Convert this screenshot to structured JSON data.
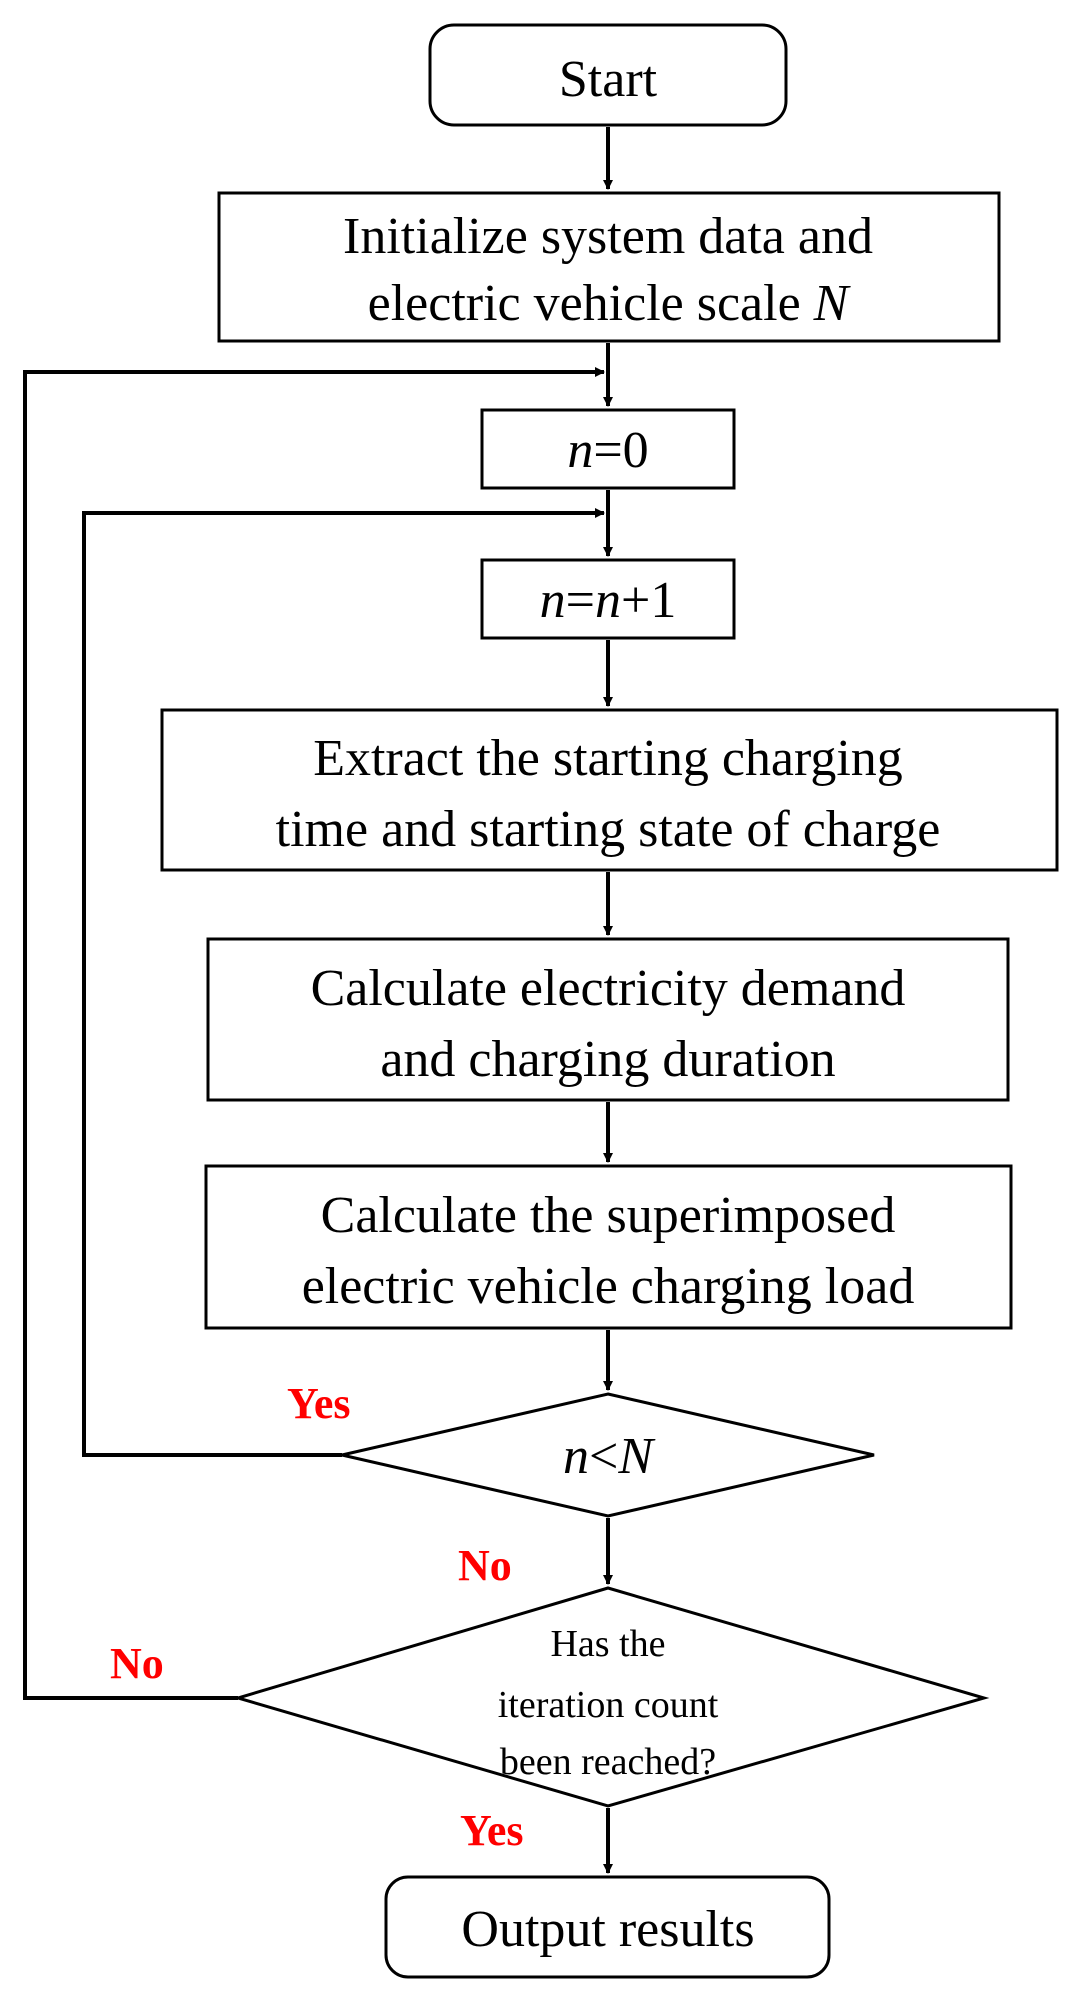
{
  "colors": {
    "stroke": "#000000",
    "text": "#000000",
    "branch_label": "#ff0000",
    "background": "#ffffff"
  },
  "nodes": {
    "start": {
      "text": "Start"
    },
    "initialize": {
      "line1": "Initialize system data and",
      "line2_prefix": "electric vehicle scale ",
      "line2_var": "N"
    },
    "n_zero": {
      "var": "n",
      "rest": "=0"
    },
    "n_increment": {
      "var1": "n",
      "eq": "=",
      "var2": "n",
      "rest": "+1"
    },
    "extract": {
      "line1": "Extract the starting charging",
      "line2": "time and starting state of charge"
    },
    "calc_demand": {
      "line1": "Calculate electricity demand",
      "line2": "and charging duration"
    },
    "calc_load": {
      "line1": "Calculate the superimposed",
      "line2": "electric vehicle charging load"
    },
    "decision_n": {
      "var1": "n",
      "op": "<",
      "var2": "N"
    },
    "decision_iter": {
      "line1": "Has the",
      "line2": "iteration count",
      "line3": "been reached?"
    },
    "output": {
      "text": "Output results"
    }
  },
  "branch_labels": {
    "decision_n_yes": "Yes",
    "decision_n_no": "No",
    "decision_iter_no": "No",
    "decision_iter_yes": "Yes"
  }
}
